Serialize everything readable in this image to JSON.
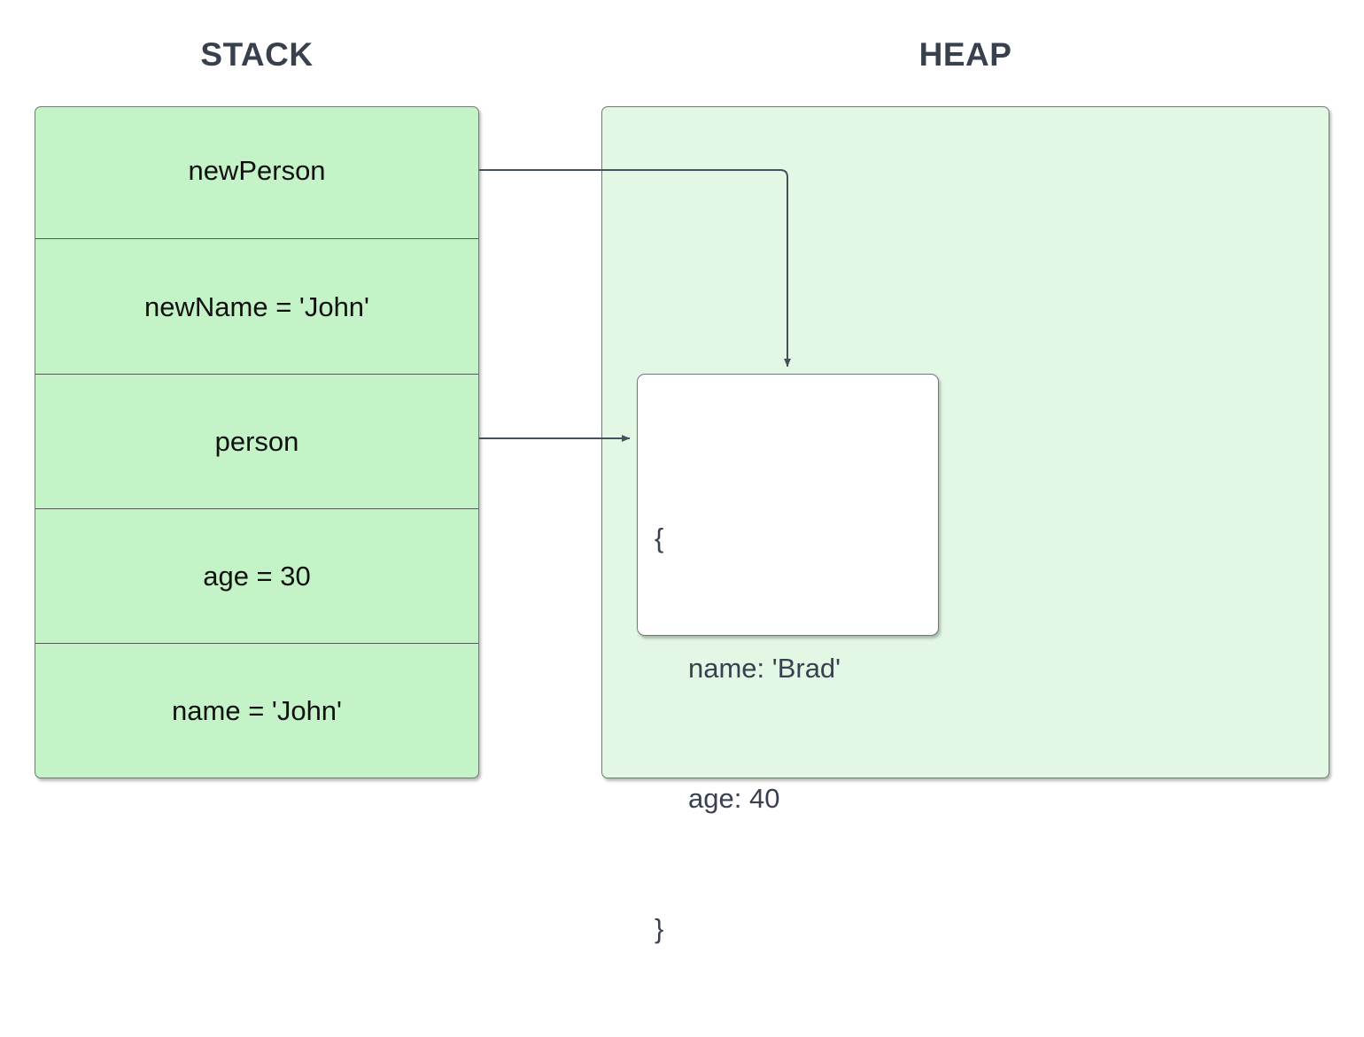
{
  "headings": {
    "stack": "STACK",
    "heap": "HEAP"
  },
  "stack": {
    "cells": [
      {
        "label": "newPerson"
      },
      {
        "label": "newName = 'John'"
      },
      {
        "label": "person"
      },
      {
        "label": "age = 30"
      },
      {
        "label": "name = 'John'"
      }
    ]
  },
  "heap": {
    "object": {
      "open_brace": "{",
      "property_name": "name: 'Brad'",
      "property_age": "age: 40",
      "close_brace": "}"
    }
  },
  "connectors": [
    {
      "name": "newPerson-to-object",
      "from": "newPerson",
      "to": "heap-object",
      "style": "elbow-down"
    },
    {
      "name": "person-to-object",
      "from": "person",
      "to": "heap-object",
      "style": "straight-right"
    }
  ],
  "colors": {
    "stack_fill": "#c3f3c7",
    "heap_fill": "#e2f8e4",
    "object_fill": "#ffffff",
    "heading_text": "#38404e",
    "stack_text": "#111111",
    "object_text": "#394150",
    "border": "#6d7d70",
    "connector": "#45515c",
    "background": "#ffffff"
  }
}
